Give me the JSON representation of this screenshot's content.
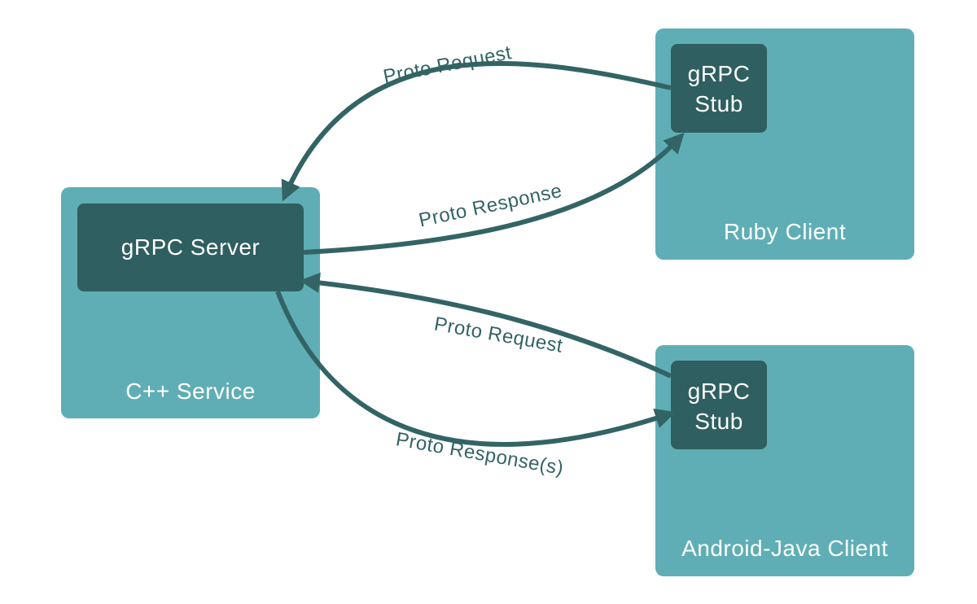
{
  "colors": {
    "service_fill": "#5faeb5",
    "stub_fill": "#2f5f60",
    "arrow": "#336465",
    "box_text": "#ffffff",
    "edge_text": "#336465",
    "background": "#ffffff"
  },
  "service": {
    "server_label": "gRPC Server",
    "container_label": "C++ Service"
  },
  "ruby": {
    "stub_line1": "gRPC",
    "stub_line2": "Stub",
    "container_label": "Ruby Client"
  },
  "android": {
    "stub_line1": "gRPC",
    "stub_line2": "Stub",
    "container_label": "Android-Java Client"
  },
  "edges": {
    "ruby_request": "Proto Request",
    "ruby_response": "Proto Response",
    "android_request": "Proto Request",
    "android_response": "Proto Response(s)"
  }
}
